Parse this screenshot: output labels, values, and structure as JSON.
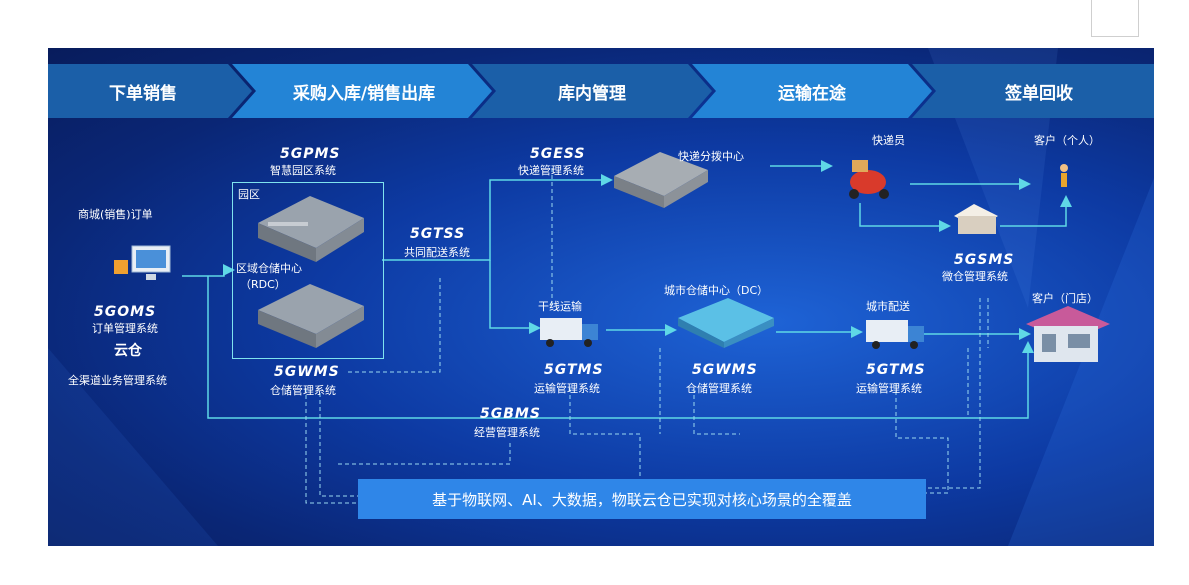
{
  "stages": [
    "下单销售",
    "采购入库/销售出库",
    "库内管理",
    "运输在途",
    "签单回收"
  ],
  "labels": {
    "order_source": "商城(销售)订单",
    "oms_brand": "5GOMS",
    "oms_name": "订单管理系统",
    "omni_logo": "云仓",
    "omni_name": "全渠道业务管理系统",
    "pms_brand": "5GPMS",
    "pms_name": "智慧园区系统",
    "park": "园区",
    "rdc_line1": "区域仓储中心",
    "rdc_line2": "（RDC）",
    "wms_brand_1": "5GWMS",
    "wms_name_1": "仓储管理系统",
    "tss_brand": "5GTSS",
    "tss_name": "共同配送系统",
    "cess_brand": "5GESS",
    "cess_name": "快递管理系统",
    "express_center": "快递分拨中心",
    "trunk": "干线运输",
    "tms_brand_1": "5GTMS",
    "tms_name_1": "运输管理系统",
    "city_dc": "城市仓储中心（DC）",
    "wms_brand_2": "5GWMS",
    "wms_name_2": "仓储管理系统",
    "city_delivery": "城市配送",
    "tms_brand_2": "5GTMS",
    "tms_name_2": "运输管理系统",
    "courier": "快递员",
    "customer_person": "客户（个人）",
    "sms_brand": "5GSMS",
    "sms_name": "微仓管理系统",
    "customer_store": "客户（门店）",
    "bms_brand": "5GBMS",
    "bms_name": "经营管理系统"
  },
  "banner": "基于物联网、AI、大数据，物联云仓已实现对核心场景的全覆盖",
  "colors": {
    "stage_a": "#1b5fa8",
    "stage_b": "#2384d6",
    "line": "#5fd8e6",
    "banner": "#2f86e8"
  }
}
